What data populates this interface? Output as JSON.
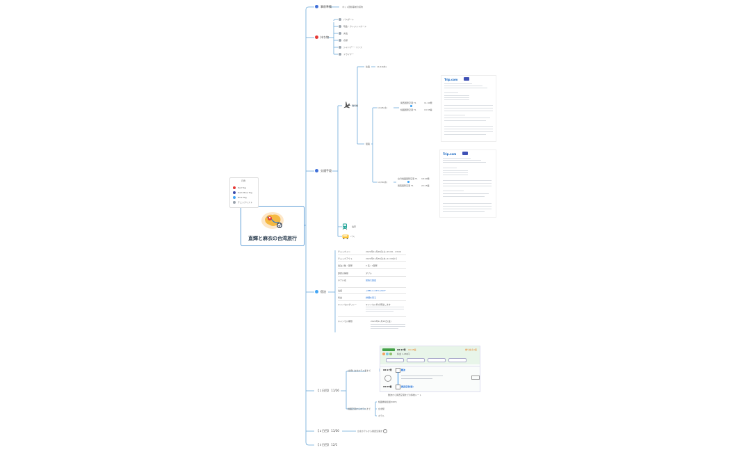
{
  "root": {
    "title": "直輝と麻衣の台湾旅行"
  },
  "legend": {
    "title": "凡例",
    "items": [
      {
        "label": "Red Tag",
        "color": "#e53935"
      },
      {
        "label": "Dark Blue Tag",
        "color": "#3949ab"
      },
      {
        "label": "Blue Tag",
        "color": "#42a5f5"
      },
      {
        "label": "チェックリスト",
        "color": "#9aa3ad"
      }
    ]
  },
  "branches": {
    "prep": {
      "label": "事前準備",
      "child": "ネット回線事前の契約",
      "color": "#3f6fd8"
    },
    "belongings": {
      "label": "持ち物",
      "color": "#e53935",
      "items": [
        "パスポート",
        "現金・クレジットカード",
        "充電",
        "衣類",
        "シャンプー・リンス",
        "ドライヤー"
      ]
    },
    "transport": {
      "label": "交通手段",
      "flight": "飛行機",
      "outbound_label": "往路",
      "outbound_date": "11/18(木)",
      "outbound_number": "11/26(土)",
      "from1": "関西国際空港 T1",
      "time1": "11:40発",
      "to1": "桃園国際空港 T1",
      "time1b": "13:35着",
      "return_label": "復路",
      "return_number": "11/30(水)",
      "from2": "台湾桃園国際空港 T1",
      "time2": "18:40発",
      "to2": "関西国際空港 T1",
      "time2b": "22:15着",
      "train": "電車",
      "bus": "バス"
    },
    "hotel": {
      "label": "宿泊",
      "rows": [
        {
          "k": "チェックイン",
          "v": "2022年11月26日(土) 15:00 - 23:00"
        },
        {
          "k": "チェックアウト",
          "v": "2022年11月30日(水) 11:00まで"
        },
        {
          "k": "宿泊人数・部屋",
          "v": "2 名 / 1部屋"
        },
        {
          "k": "部屋の種類",
          "v": "ダブル"
        },
        {
          "k": "ホテル名",
          "v": "富信大飯店"
        },
        {
          "k": "電話",
          "v": "+886-2-2371-2077"
        },
        {
          "k": "料金",
          "v": "詳細を見る"
        },
        {
          "k": "キャンセルポリシー",
          "v": "キャンセル料が発生します"
        },
        {
          "k": "キャンセル期限",
          "v": "2022年11月25日(金)"
        }
      ]
    },
    "day1": {
      "label": "【１日目】 11/26",
      "sub1": "(出発) 台北ホテル着まで",
      "route": {
        "depart": "08:17発",
        "arrive": "09:05着",
        "fare": "料金 1,080円",
        "from": "難波",
        "to": "関西空港(駅)",
        "note": "乗り換え0回"
      },
      "route_caption": "難波から関西空港までの移動ルート",
      "sub2": "桃園空港からホテルまで",
      "sub2_items": [
        "桃園機場捷運(MRT)",
        "台北駅",
        "ホテル"
      ]
    },
    "day2": {
      "label": "【２日目】 11/30",
      "child": "台北ホテルから関西空港まで"
    },
    "day3": {
      "label": "【３日目】 12/1"
    }
  }
}
